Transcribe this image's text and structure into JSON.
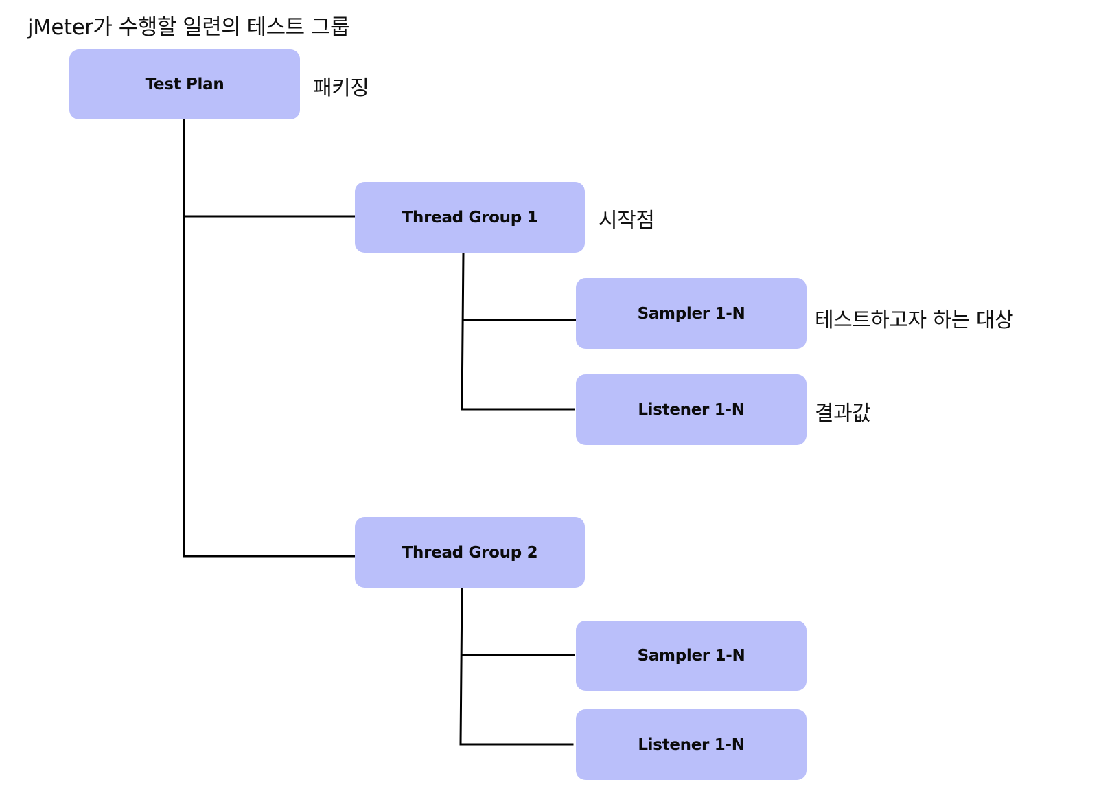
{
  "title": "jMeter가 수행할 일련의 테스트 그룹",
  "colors": {
    "node_fill": "#babffa",
    "line": "#000000",
    "text": "#111111"
  },
  "nodes": {
    "test_plan": "Test Plan",
    "thread_group_1": "Thread Group 1",
    "sampler_1": "Sampler 1-N",
    "listener_1": "Listener 1-N",
    "thread_group_2": "Thread Group 2",
    "sampler_2": "Sampler 1-N",
    "listener_2": "Listener 1-N"
  },
  "notes": {
    "test_plan": "패키징",
    "thread_group_1": "시작점",
    "sampler": "테스트하고자 하는 대상",
    "listener": "결과값"
  }
}
